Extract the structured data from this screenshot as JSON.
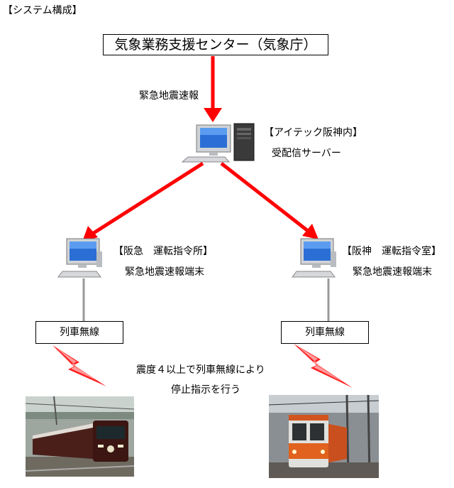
{
  "title": "【システム構成】",
  "source": {
    "label": "気象業務支援センター（気象庁）"
  },
  "arrow_label": "緊急地震速報",
  "server": {
    "location": "【アイテック阪神内】",
    "name": "受配信サーバー"
  },
  "terminals": [
    {
      "location": "【阪急　運転指令所】",
      "name": "緊急地震速報端末",
      "radio": "列車無線"
    },
    {
      "location": "【阪神　運転指令室】",
      "name": "緊急地震速報端末",
      "radio": "列車無線"
    }
  ],
  "instruction": {
    "line1": "震度４以上で列車無線により",
    "line2": "停止指示を行う"
  },
  "colors": {
    "arrow": "#ff0000",
    "lightning": "#ff1a1a"
  }
}
